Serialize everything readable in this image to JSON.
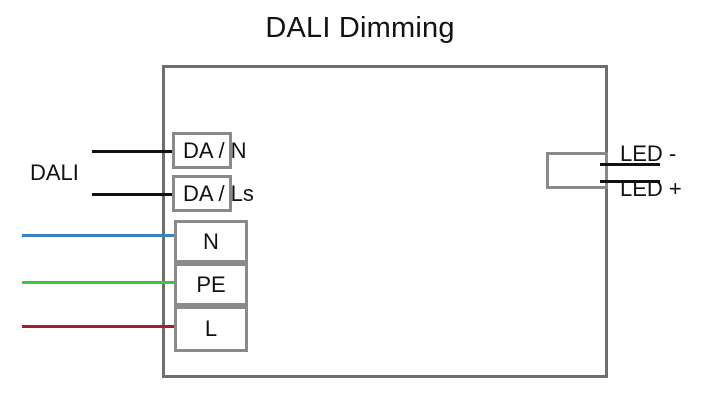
{
  "title": "DALI Dimming",
  "labels": {
    "dali_group": "DALI",
    "led_negative": "LED -",
    "led_positive": "LED +"
  },
  "terminals": {
    "dali": [
      {
        "label": "DA / N"
      },
      {
        "label": "DA / Ls"
      }
    ],
    "mains": [
      {
        "label": "N"
      },
      {
        "label": "PE"
      },
      {
        "label": "L"
      }
    ]
  },
  "colors": {
    "wire_dali": "#111111",
    "wire_neutral": "#3b83c0",
    "wire_earth": "#3cc63c",
    "wire_live": "#a02028",
    "enclosure_border": "#6e6e6e",
    "terminal_border": "#8a8a8a",
    "text": "#111111"
  }
}
